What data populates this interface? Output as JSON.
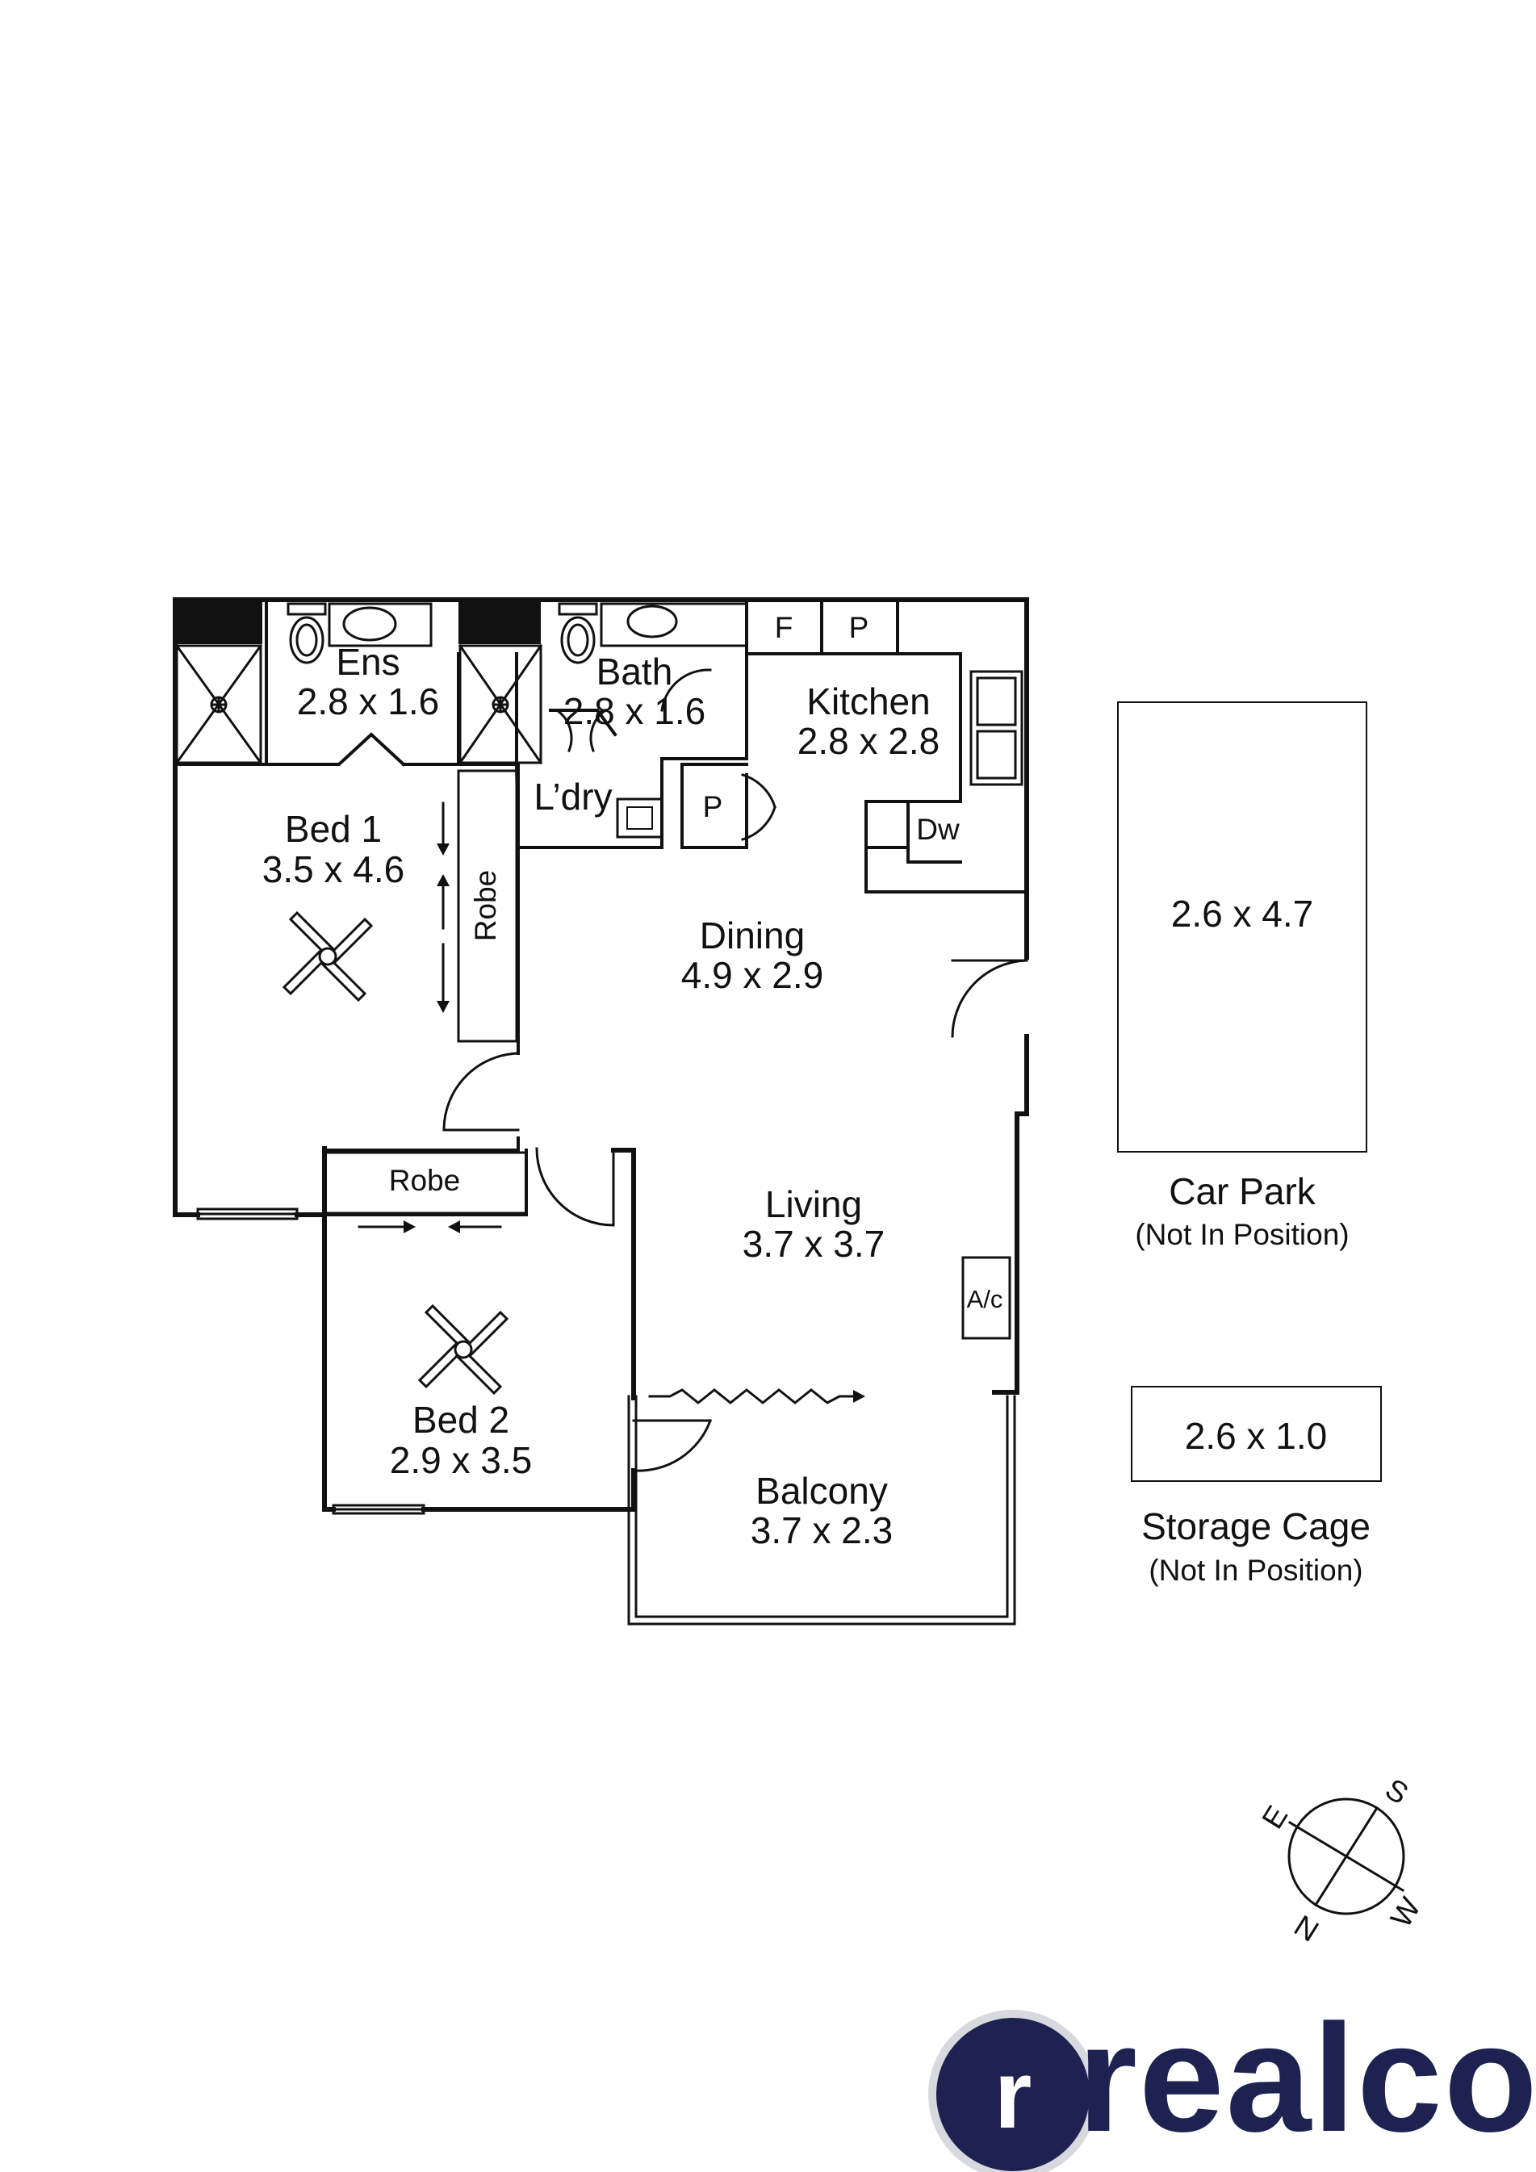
{
  "rooms": {
    "ens": {
      "name": "Ens",
      "size": "2.8 x 1.6"
    },
    "bath": {
      "name": "Bath",
      "size": "2.8 x 1.6"
    },
    "kitchen": {
      "name": "Kitchen",
      "size": "2.8 x 2.8"
    },
    "laundry": {
      "name": "L’dry"
    },
    "bed1": {
      "name": "Bed 1",
      "size": "3.5 x 4.6"
    },
    "dining": {
      "name": "Dining",
      "size": "4.9 x 2.9"
    },
    "living": {
      "name": "Living",
      "size": "3.7 x 3.7"
    },
    "bed2": {
      "name": "Bed 2",
      "size": "2.9 x 3.5"
    },
    "balcony": {
      "name": "Balcony",
      "size": "3.7 x 2.3"
    }
  },
  "fixtures": {
    "fridge": "F",
    "pantry": "P",
    "pantry2": "P",
    "dishwasher": "Dw",
    "robe1": "Robe",
    "robe2": "Robe",
    "aircon": "A/c"
  },
  "car_park": {
    "size": "2.6 x 4.7",
    "label": "Car Park",
    "note": "(Not In Position)"
  },
  "storage_cage": {
    "size": "2.6 x 1.0",
    "label": "Storage Cage",
    "note": "(Not In Position)"
  },
  "compass": {
    "e": "E",
    "s": "S",
    "w": "W",
    "n": "N"
  },
  "brand": {
    "badge": "r",
    "name": "realco",
    "color": "#1e2251"
  }
}
